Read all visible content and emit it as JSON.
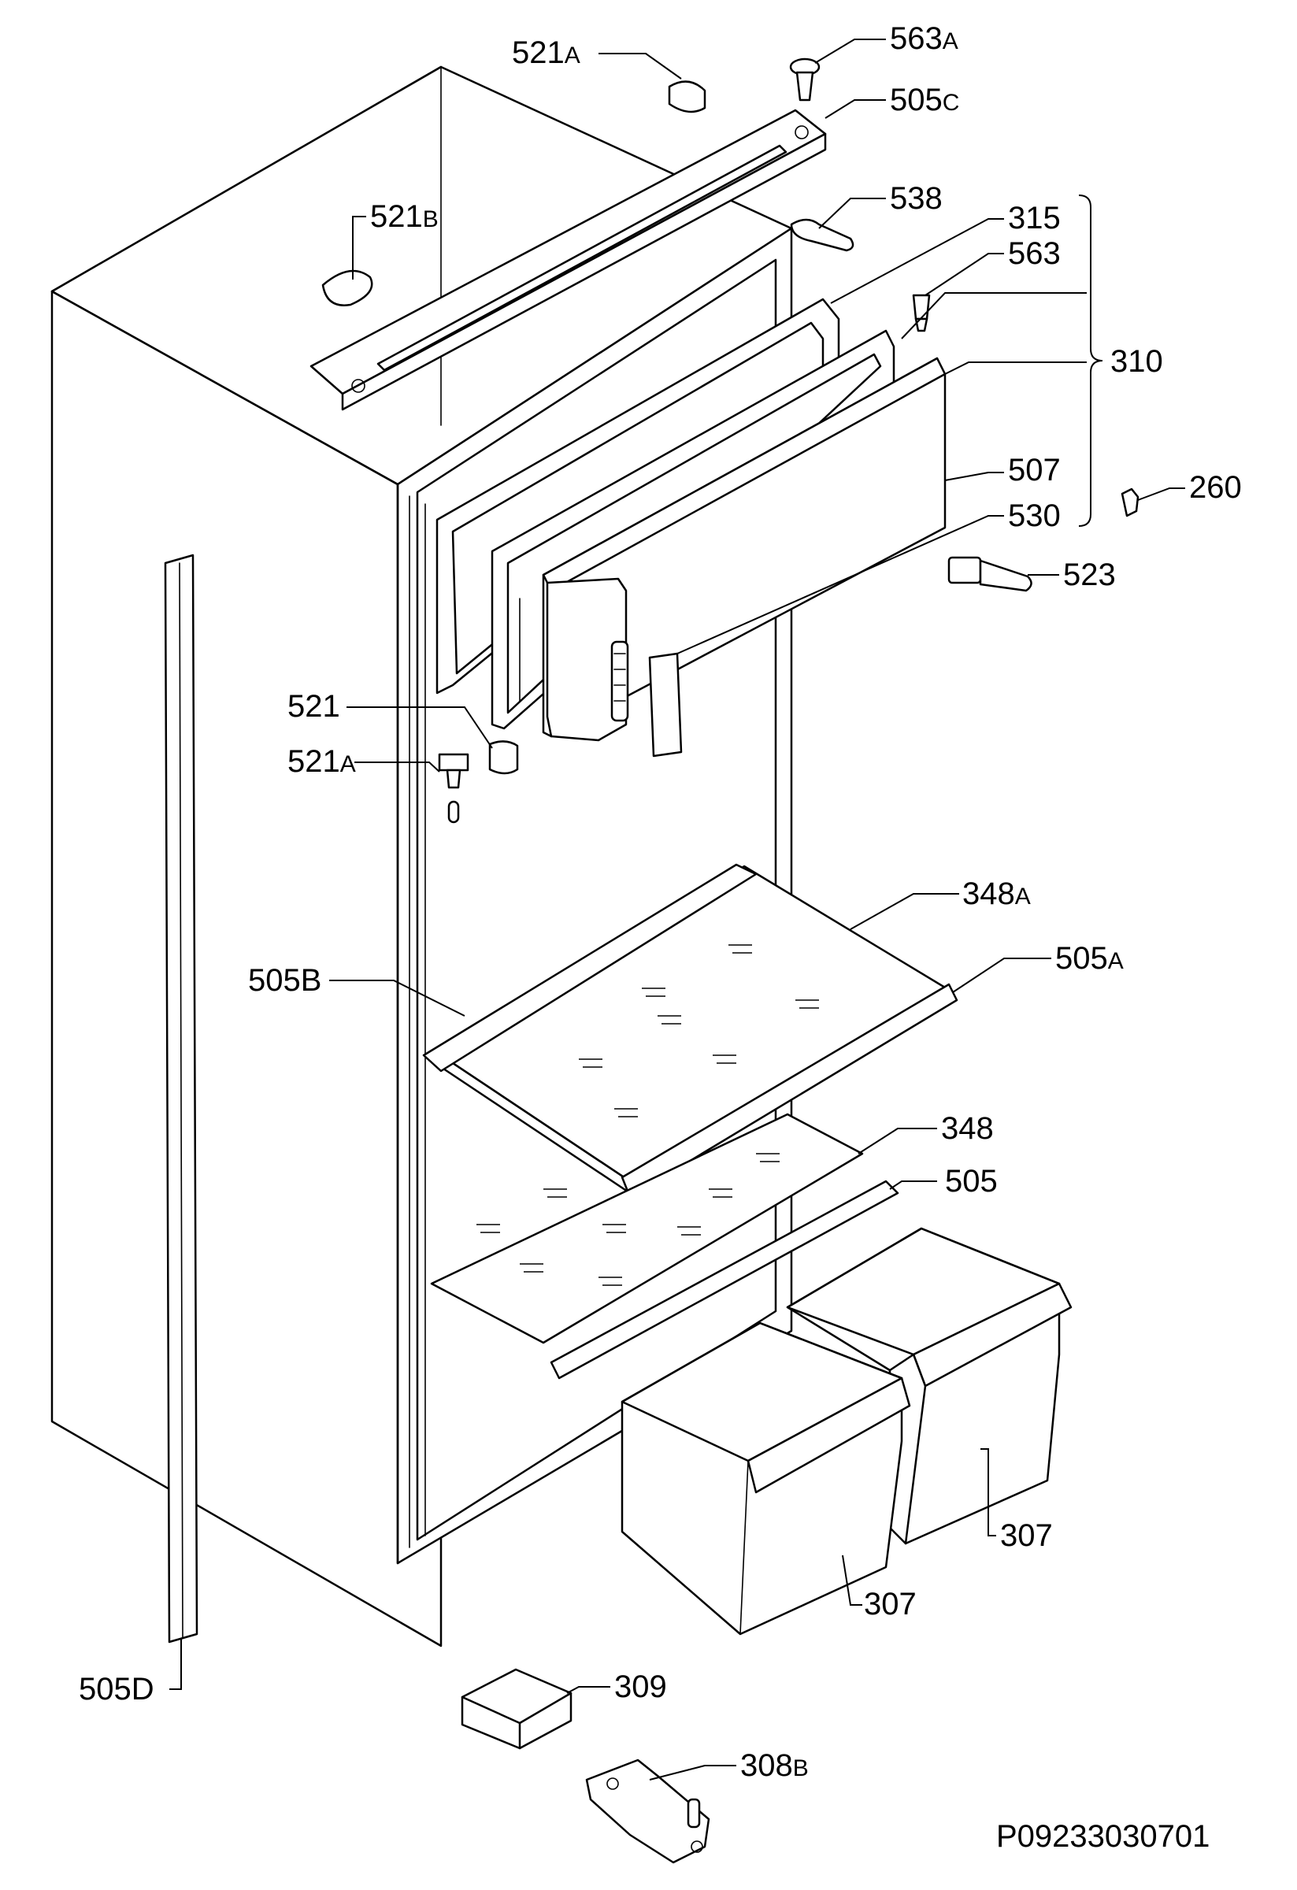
{
  "drawing_number": "P09233030701",
  "labels": {
    "l521A_top": {
      "num": "521",
      "suffix": "A"
    },
    "l563A": {
      "num": "563",
      "suffix": "A"
    },
    "l505C": {
      "num": "505",
      "suffix": "C"
    },
    "l521B": {
      "num": "521",
      "suffix": "B"
    },
    "l538": {
      "num": "538",
      "suffix": ""
    },
    "l315": {
      "num": "315",
      "suffix": ""
    },
    "l563": {
      "num": "563",
      "suffix": ""
    },
    "l310": {
      "num": "310",
      "suffix": ""
    },
    "l507": {
      "num": "507",
      "suffix": ""
    },
    "l260": {
      "num": "260",
      "suffix": ""
    },
    "l530": {
      "num": "530",
      "suffix": ""
    },
    "l523": {
      "num": "523",
      "suffix": ""
    },
    "l521": {
      "num": "521",
      "suffix": ""
    },
    "l521A_mid": {
      "num": "521",
      "suffix": "A"
    },
    "l348A": {
      "num": "348",
      "suffix": "A"
    },
    "l505B": {
      "num": "505",
      "suffix": "B"
    },
    "l505A": {
      "num": "505",
      "suffix": "A"
    },
    "l348": {
      "num": "348",
      "suffix": ""
    },
    "l505": {
      "num": "505",
      "suffix": ""
    },
    "l307_right": {
      "num": "307",
      "suffix": ""
    },
    "l307_left": {
      "num": "307",
      "suffix": ""
    },
    "l505D": {
      "num": "505",
      "suffix": "D"
    },
    "l309": {
      "num": "309",
      "suffix": ""
    },
    "l308B": {
      "num": "308",
      "suffix": "B"
    }
  }
}
